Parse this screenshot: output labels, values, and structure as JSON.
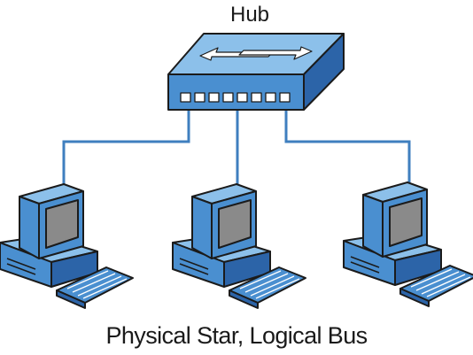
{
  "hub": {
    "label": "Hub",
    "icon": "hub-icon",
    "port_count": 8
  },
  "computers": [
    {
      "icon": "desktop-computer-icon"
    },
    {
      "icon": "desktop-computer-icon"
    },
    {
      "icon": "desktop-computer-icon"
    }
  ],
  "caption": "Physical Star, Logical Bus",
  "colors": {
    "device_fill": "#4a8fd0",
    "device_light": "#8cc0ea",
    "device_dark": "#2c64a8",
    "cable": "#3f7fbf",
    "outline": "#1b1b1b",
    "screen": "#8a8a8a"
  }
}
